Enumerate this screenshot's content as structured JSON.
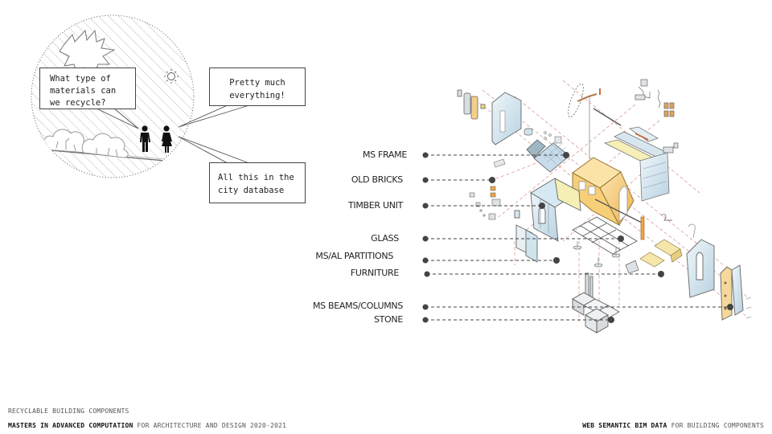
{
  "scene": {
    "bubbles": [
      {
        "id": "question",
        "lines": [
          "What type of",
          "materials can",
          "we recycle?"
        ]
      },
      {
        "id": "answer",
        "lines": [
          "Pretty much",
          "everything!"
        ]
      },
      {
        "id": "database",
        "lines": [
          "All this in the",
          "city database"
        ]
      }
    ],
    "icons": [
      "sun-icon",
      "explosion-icon",
      "man-icon",
      "woman-icon",
      "tree-icon"
    ]
  },
  "diagram": {
    "labels": [
      {
        "id": "ms-frame",
        "text": "MS FRAME"
      },
      {
        "id": "old-bricks",
        "text": "OLD BRICKS"
      },
      {
        "id": "timber-unit",
        "text": "TIMBER UNIT"
      },
      {
        "id": "glass",
        "text": "GLASS"
      },
      {
        "id": "ms-al-partitions",
        "text": "MS/AL PARTITIONS"
      },
      {
        "id": "furniture",
        "text": "FURNITURE"
      },
      {
        "id": "ms-beams-columns",
        "text": "MS BEAMS/COLUMNS"
      },
      {
        "id": "stone",
        "text": "STONE"
      }
    ],
    "colors": {
      "timber": "#f1c46a",
      "glass": "#cfe3ee",
      "leader": "#444444",
      "guide": "#d98a8a"
    }
  },
  "footer": {
    "subtitle": "RECYCLABLE BUILDING COMPONENTS",
    "program_bold": "MASTERS IN ADVANCED COMPUTATION",
    "program_rest": " FOR ARCHITECTURE AND DESIGN 2020-2021",
    "project_bold": "WEB SEMANTIC BIM DATA",
    "project_rest": " FOR BUILDING COMPONENTS"
  }
}
